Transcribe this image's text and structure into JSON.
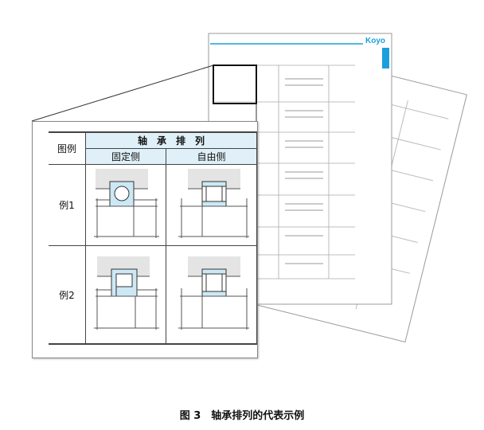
{
  "background_pages": {
    "logo": "Koyo",
    "accent_color": "#19a0dc"
  },
  "table": {
    "header_example": "图例",
    "header_arrangement": "轴　承　排　列",
    "header_fixed": "固定侧",
    "header_free": "自由侧",
    "rows": [
      {
        "label": "例1",
        "fixed": "deep-groove-ball-bearing",
        "free": "cylindrical-roller-bearing"
      },
      {
        "label": "例2",
        "fixed": "cylindrical-roller-bearing-with-ribs",
        "free": "cylindrical-roller-bearing"
      }
    ],
    "bearing_color": "#cde8f5",
    "housing_color": "#e4e4e4"
  },
  "caption": "图 3　轴承排列的代表示例"
}
